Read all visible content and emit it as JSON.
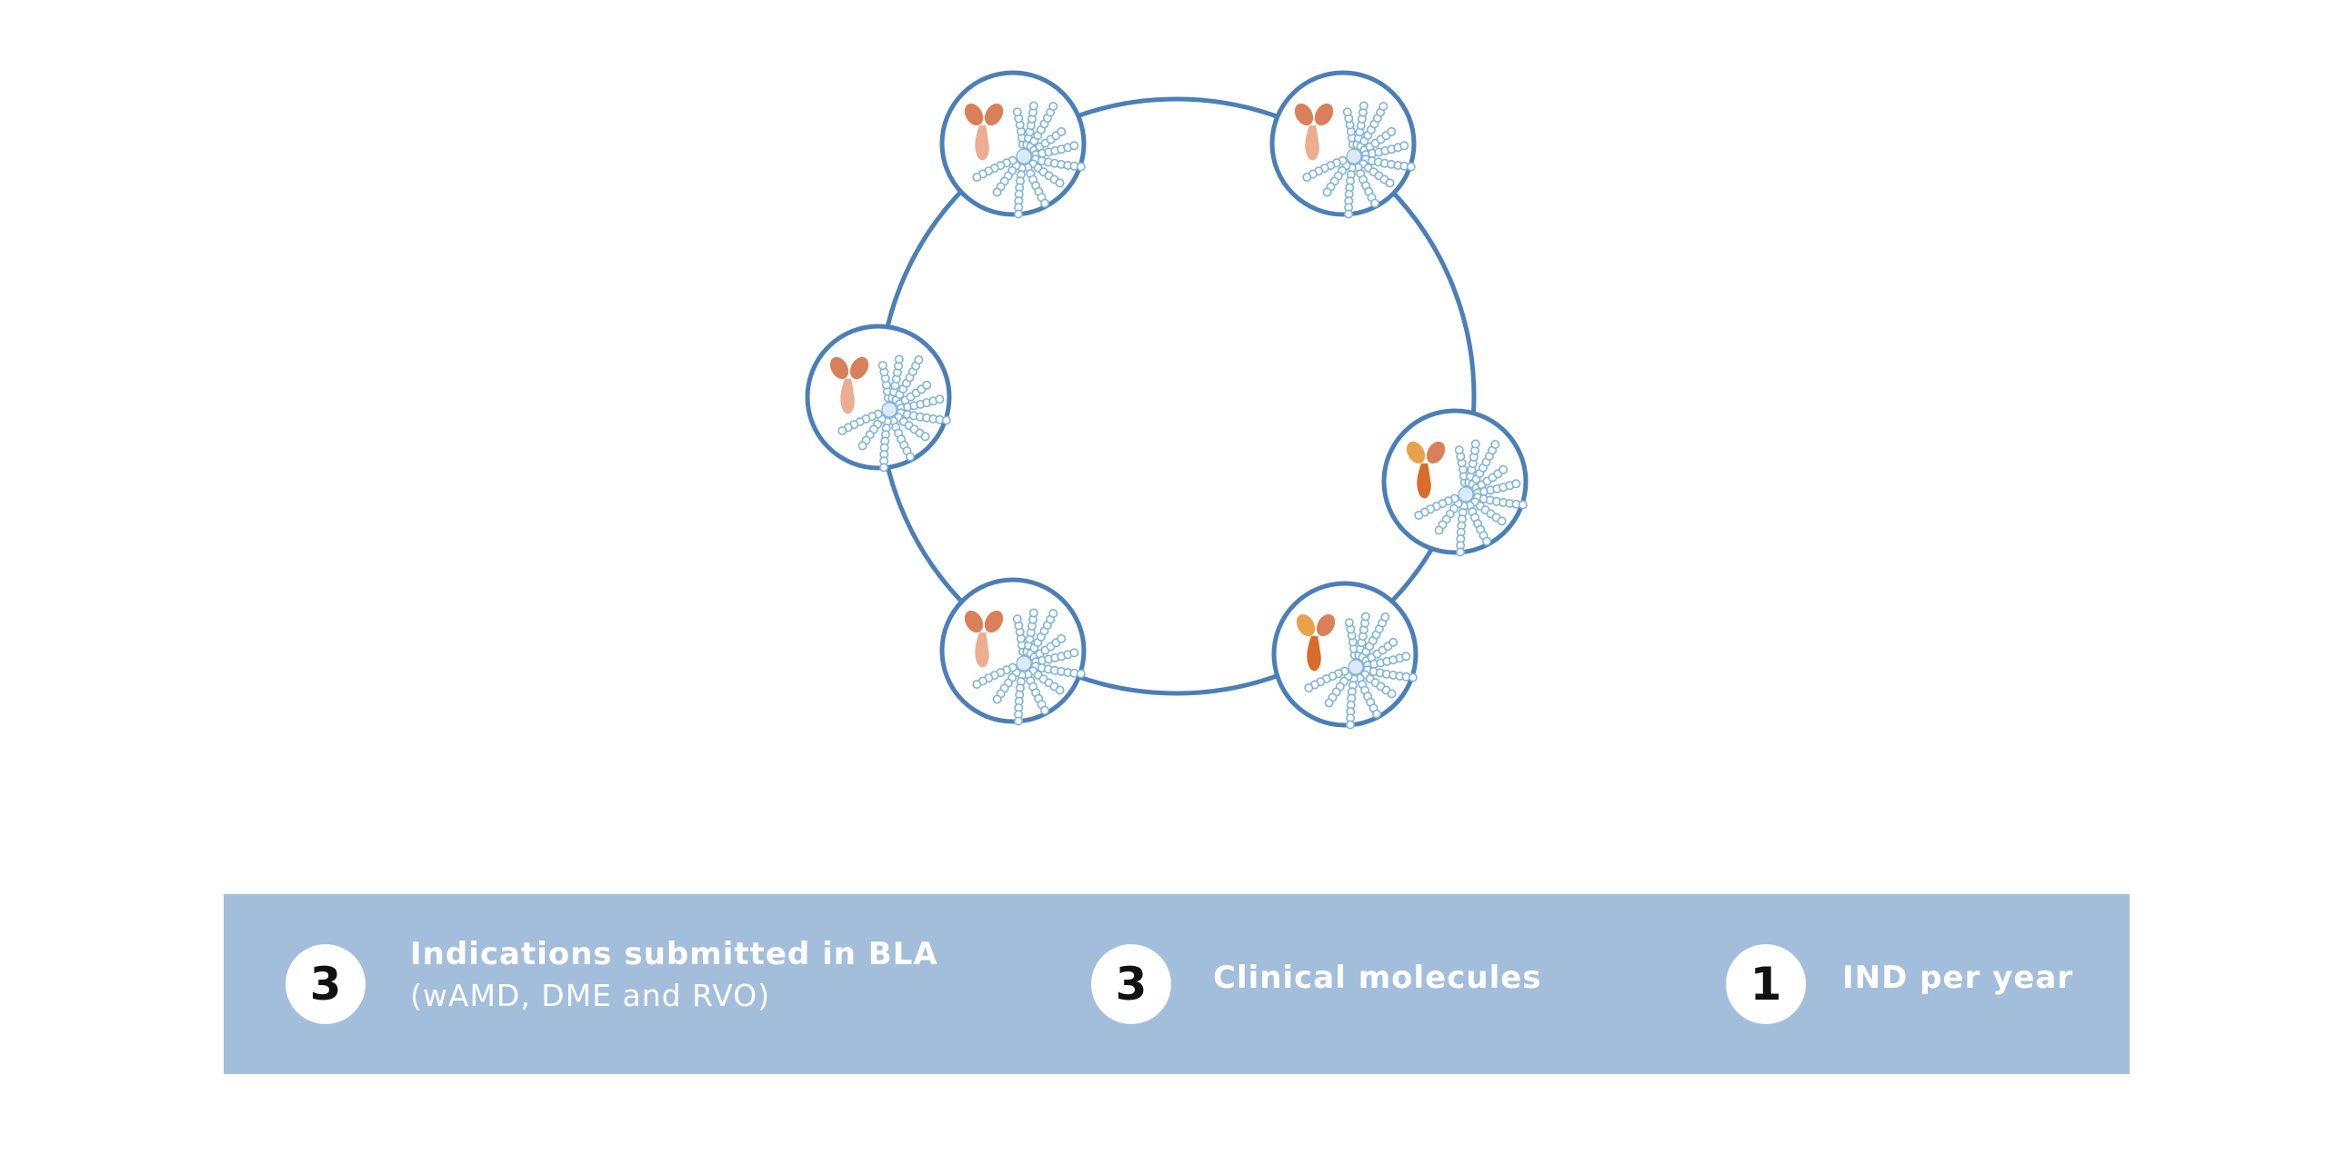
{
  "diagram": {
    "ring_color": "#4a7fb8",
    "antibody_colors": [
      "#d9805a",
      "#ecad90",
      "#e8a24a"
    ],
    "molecule_color": "#7fb3d8",
    "nodes": [
      {
        "name": "node-top-left",
        "antibody": "coral"
      },
      {
        "name": "node-top-right",
        "antibody": "coral"
      },
      {
        "name": "node-left",
        "antibody": "coral"
      },
      {
        "name": "node-right",
        "antibody": "orange"
      },
      {
        "name": "node-bottom-left",
        "antibody": "coral"
      },
      {
        "name": "node-bottom-right",
        "antibody": "orange"
      }
    ]
  },
  "stats": [
    {
      "number": "3",
      "label": "Indications submitted in BLA",
      "sublabel": "(wAMD, DME and RVO)"
    },
    {
      "number": "3",
      "label": "Clinical molecules",
      "sublabel": ""
    },
    {
      "number": "1",
      "label": "IND per year",
      "sublabel": ""
    }
  ],
  "band_color": "#a2bedb"
}
